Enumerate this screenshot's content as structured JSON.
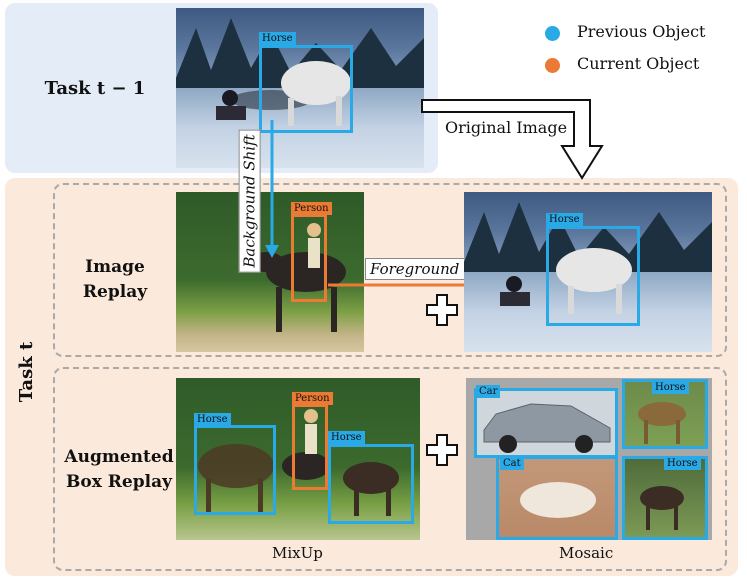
{
  "legend": {
    "previous": {
      "label": "Previous Object",
      "color": "#29a9e6"
    },
    "current": {
      "label": "Current Object",
      "color": "#ea7a34"
    }
  },
  "task_prev": {
    "label": "Task t − 1"
  },
  "task_curr": {
    "label": "Task t"
  },
  "arrow_label": "Original Image",
  "shift_labels": {
    "background": "Background Shift",
    "foreground": "Foreground Shift"
  },
  "rows": {
    "image_replay": {
      "line1": "Image",
      "line2": "Replay"
    },
    "box_replay": {
      "line1": "Augmented",
      "line2": "Box Replay"
    }
  },
  "captions": {
    "mixup": "MixUp",
    "mosaic": "Mosaic"
  },
  "tags": {
    "horse": "Horse",
    "person": "Person",
    "car": "Car",
    "cat": "Cat"
  }
}
